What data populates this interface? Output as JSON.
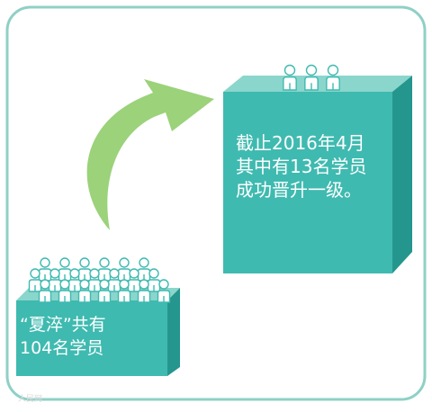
{
  "frame": {
    "border_color": "#8fd0c6",
    "background": "#ffffff"
  },
  "colors": {
    "box_front": "#3fbab0",
    "box_top": "#8ad6cc",
    "box_side": "#25968e",
    "arrow": "#9bd27a",
    "people_fill": "#ffffff",
    "people_outline": "#3fbab0"
  },
  "large_box": {
    "people_count": 3,
    "text_lines": [
      "截止2016年4月",
      "其中有13名学员",
      "成功晋升一级。"
    ]
  },
  "small_box": {
    "people_count": 20,
    "text_lines": [
      "“夏淬”共有",
      "104名学员"
    ]
  },
  "arrow": {
    "direction": "from-small-to-large",
    "icon": "curved-arrow-icon"
  },
  "watermark": "人民网"
}
